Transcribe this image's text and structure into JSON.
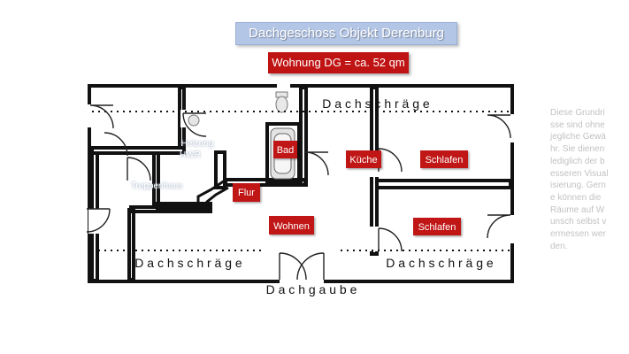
{
  "header": {
    "title": "Dachgeschoss Objekt Derenburg",
    "area": "Wohnung DG = ca. 52 qm"
  },
  "plan": {
    "rooms": {
      "bad": "Bad",
      "kueche": "Küche",
      "schlafen_1": "Schlafen",
      "schlafen_2": "Schlafen",
      "flur": "Flur",
      "wohnen": "Wohnen",
      "heizung": "Heizung",
      "hwr": "HWR",
      "treppenhaus": "Treppenhaus"
    },
    "slopes": {
      "top": "D a c h s c h r ä g e",
      "bottom_left": "D a c h s c h r ä g e",
      "bottom_right": "D a c h s c h r ä g e",
      "gable": "D a c h g a u b e"
    },
    "colors": {
      "label_red": "#c01414",
      "wall": "#111111"
    }
  },
  "disclaimer": "Diese Grundrisse sind ohne jegliche Gewähr. Sie dienen lediglich der besseren Visualisierung. Gerne können die Räume auf Wunsch selbst vermessen werden."
}
